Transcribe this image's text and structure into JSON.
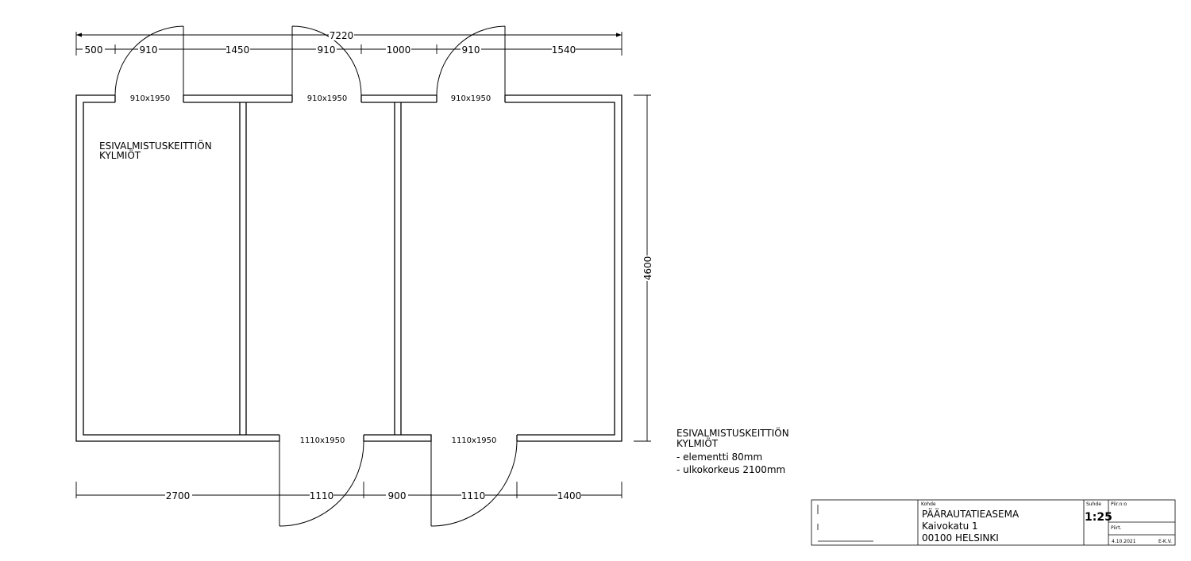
{
  "dimensions": {
    "overall_top": "7220",
    "top": [
      "500",
      "910",
      "1450",
      "910",
      "1000",
      "910",
      "1540"
    ],
    "bottom": [
      "2700",
      "1110",
      "900",
      "1110",
      "1400"
    ],
    "right": "4600"
  },
  "doors": {
    "top": [
      "910x1950",
      "910x1950",
      "910x1950"
    ],
    "bottom": [
      "1110x1950",
      "1110x1950"
    ]
  },
  "room_label": [
    "ESIVALMISTUSKEITTIÖN",
    "KYLMIÖT"
  ],
  "notes": [
    "ESIVALMISTUSKEITTIÖN",
    "KYLMIÖT",
    "- elementti 80mm",
    "- ulkokorkeus 2100mm"
  ],
  "title_block": {
    "kohde_label": "Kohde",
    "project": "PÄÄRAUTATIEASEMA",
    "street": "Kaivokatu 1",
    "city": "00100  HELSINKI",
    "scale_label": "Suhde",
    "scale": "1:25",
    "drawing_no_label": "Piir.n:o",
    "drawn_label": "Piirt.",
    "date": "4.10.2021",
    "author": "E-K.V."
  }
}
